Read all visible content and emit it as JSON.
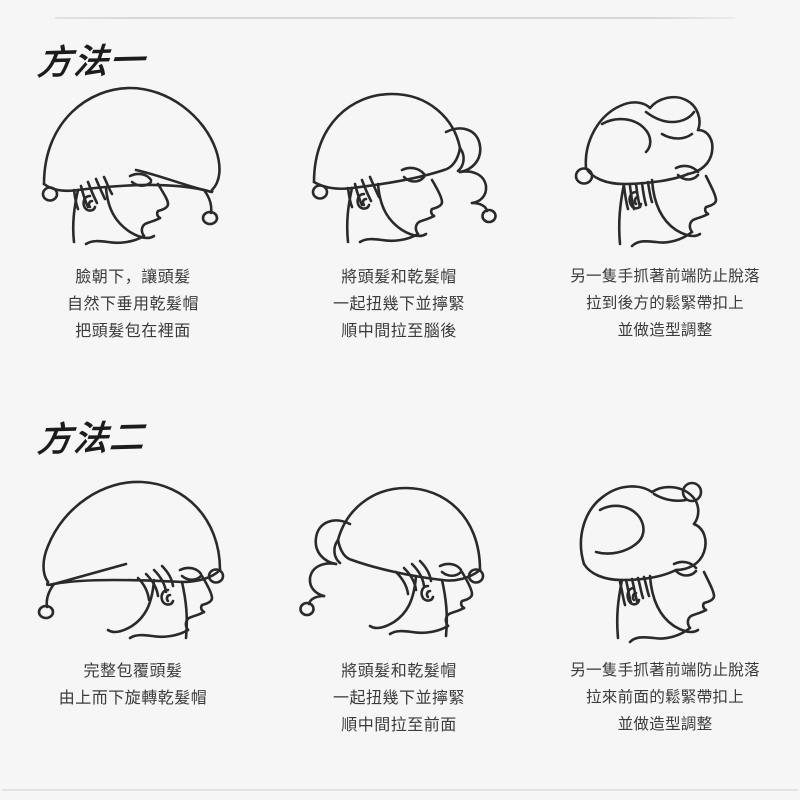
{
  "page": {
    "background_color": "#f6f6f6",
    "ink_color": "#2a2a2a",
    "text_color": "#3b3b3b"
  },
  "methods": [
    {
      "heading": "方法一",
      "steps": [
        {
          "figure_name": "head-profile-towel-draped-forward",
          "caption_lines": [
            "臉朝下，讓頭髮",
            "自然下垂用乾髮帽",
            "把頭髮包在裡面"
          ]
        },
        {
          "figure_name": "head-profile-towel-twisted-back",
          "caption_lines": [
            "將頭髮和乾髮帽",
            "一起扭幾下並擰緊",
            "順中間拉至腦後"
          ]
        },
        {
          "figure_name": "head-profile-towel-wrapped-top",
          "caption_lines": [
            "另一隻手抓著前端防止脫落",
            "拉到後方的鬆緊帶扣上",
            "並做造型調整"
          ]
        }
      ]
    },
    {
      "heading": "方法二",
      "steps": [
        {
          "figure_name": "head-profile-towel-draped-backward",
          "caption_lines": [
            "完整包覆頭髮",
            "由上而下旋轉乾髮帽"
          ]
        },
        {
          "figure_name": "head-profile-towel-twisted-front",
          "caption_lines": [
            "將頭髮和乾髮帽",
            "一起扭幾下並擰緊",
            "順中間拉至前面"
          ]
        },
        {
          "figure_name": "head-profile-towel-bun-top",
          "caption_lines": [
            "另一隻手抓著前端防止脫落",
            "拉來前面的鬆緊帶扣上",
            "並做造型調整"
          ]
        }
      ]
    }
  ]
}
